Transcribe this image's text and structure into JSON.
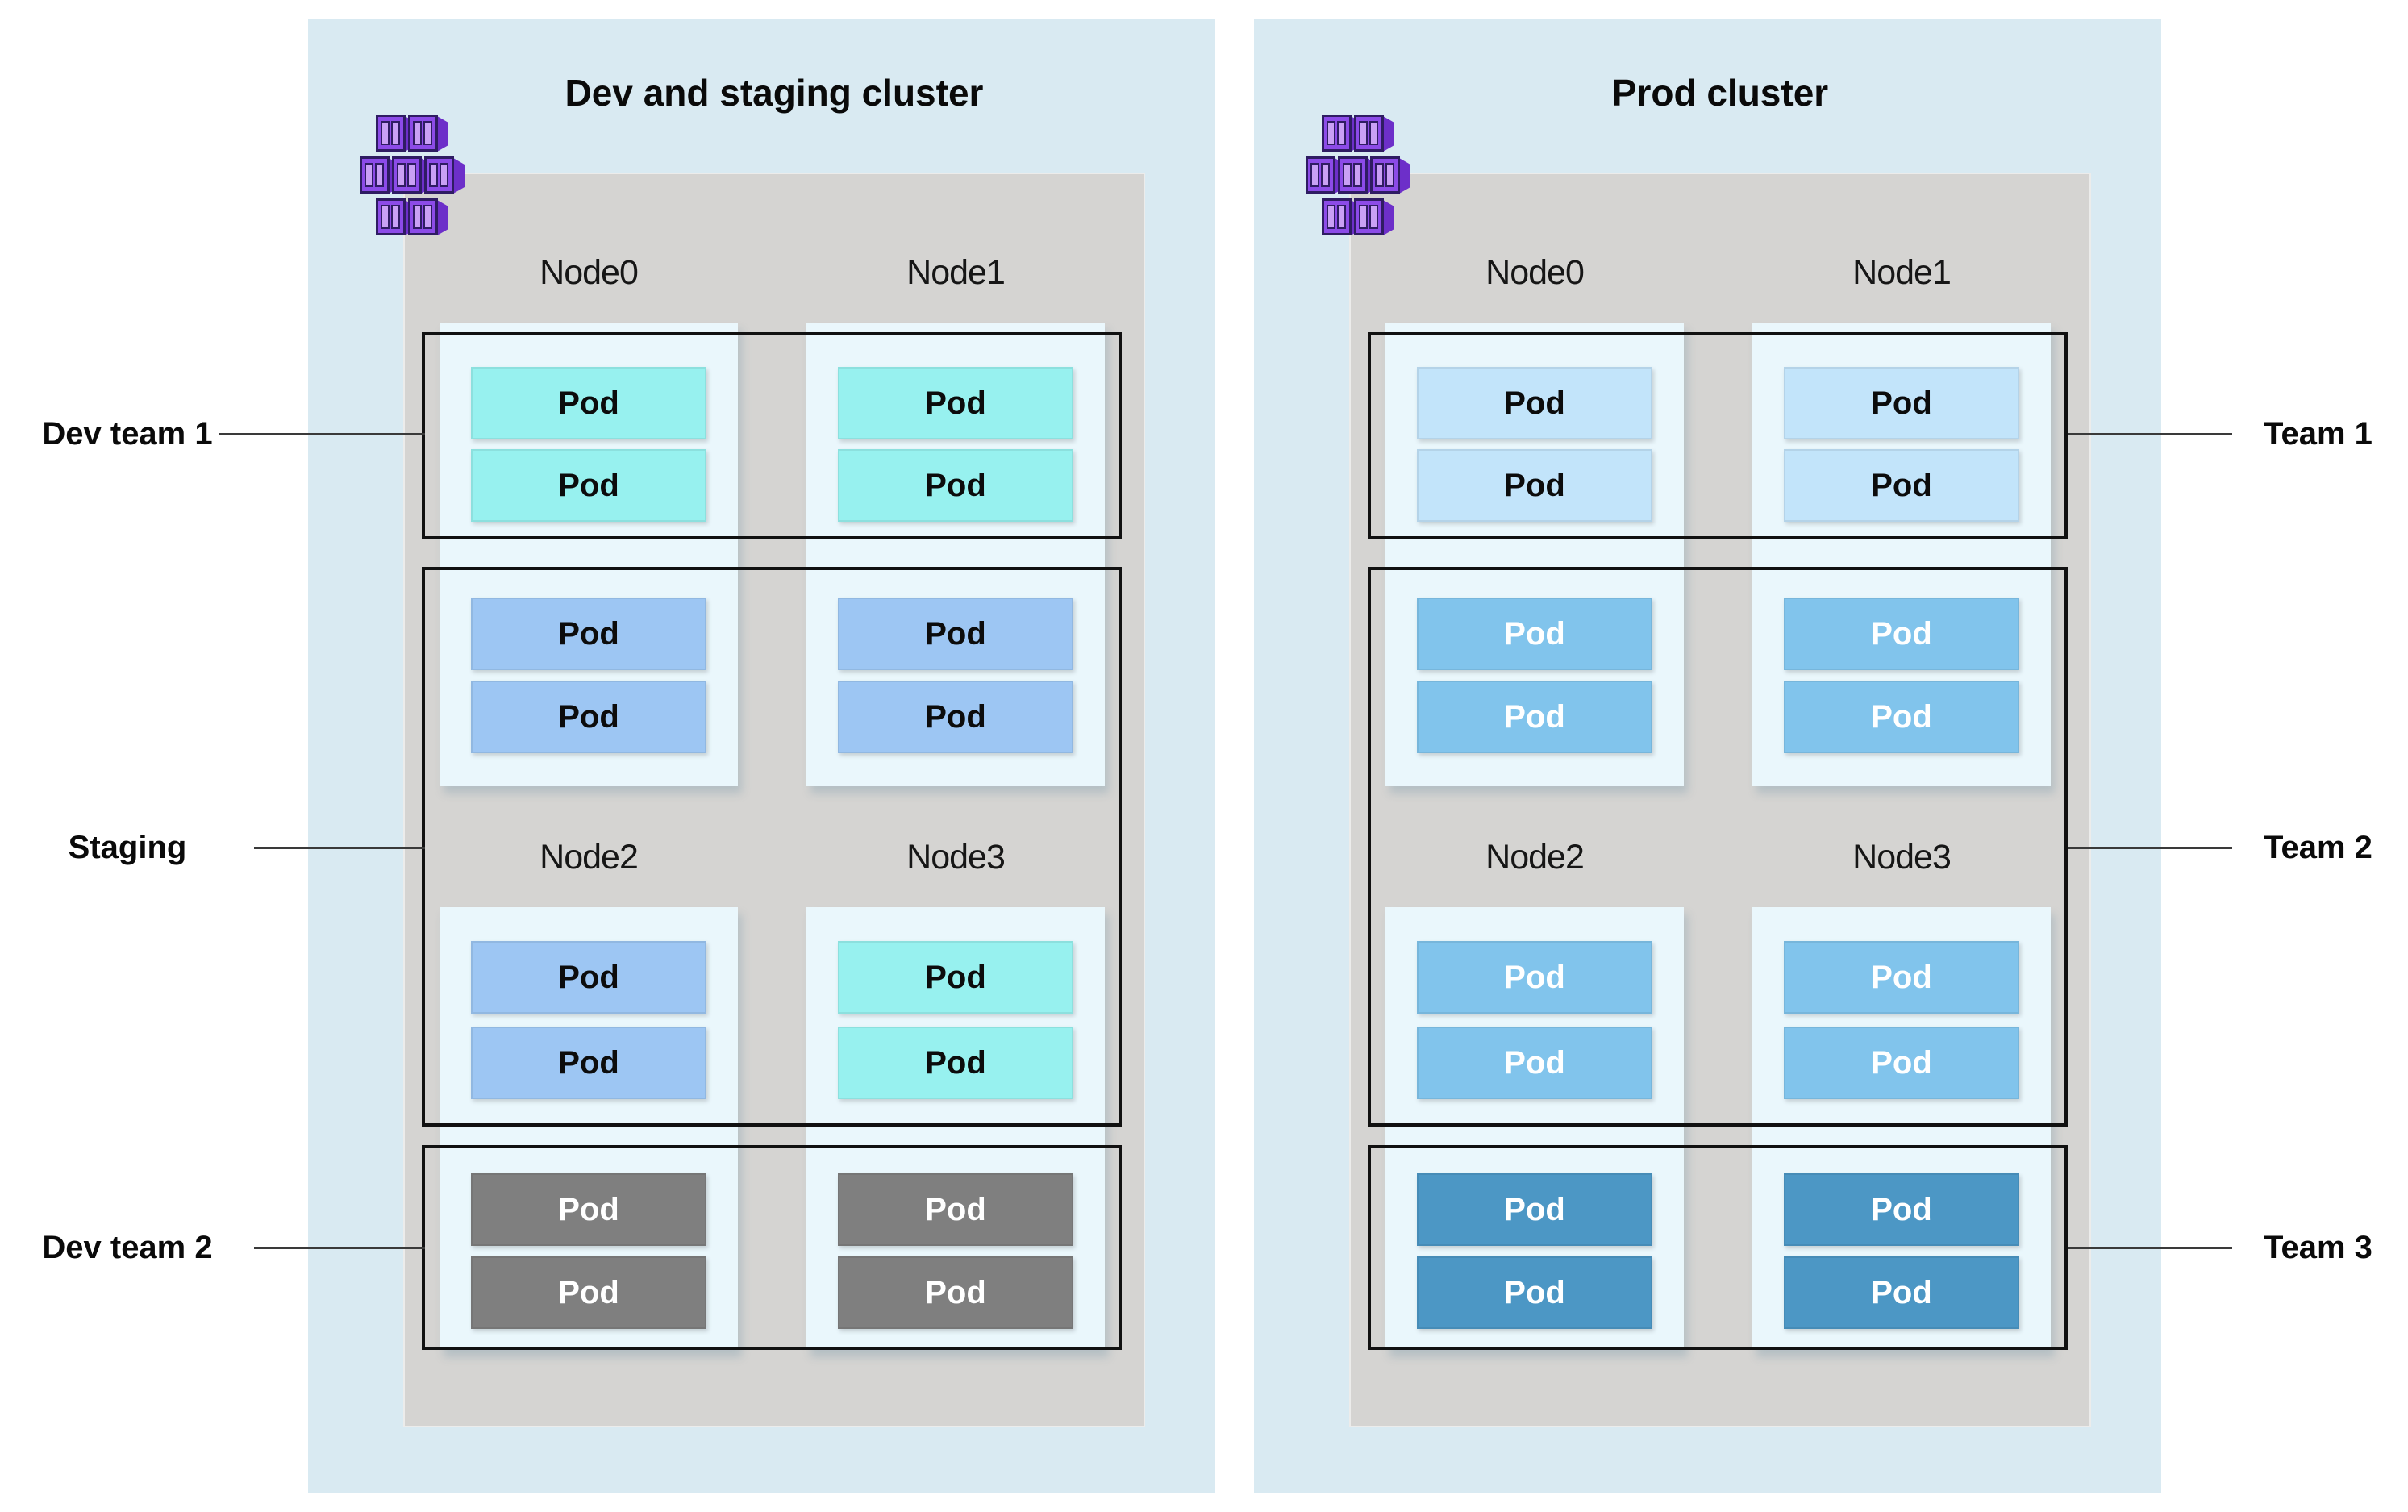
{
  "pod_label": "Pod",
  "colors": {
    "page_bg": "#ffffff",
    "cluster_bg": "#d9eaf2",
    "node_area_bg": "#d5d4d2",
    "node_column_bg": "#eaf7fc",
    "group_border": "#111111",
    "connector": "#3a3a3a",
    "pod_styles": {
      "dev-team-1": {
        "bg": "#97f1ef",
        "text": "#0c0c0c"
      },
      "staging": {
        "bg": "#9dc6f3",
        "text": "#0c0c0c"
      },
      "dev-team-2": {
        "bg": "#7f7f7f",
        "text": "#ffffff"
      },
      "team-1": {
        "bg": "#c2e4fa",
        "text": "#0c0c0c"
      },
      "team-2": {
        "bg": "#81c4ec",
        "text": "#ffffff"
      },
      "team-3": {
        "bg": "#4c97c5",
        "text": "#ffffff"
      }
    },
    "logo": {
      "front": "#8c4be8",
      "side": "#6d2fc9",
      "panel": "#c9a0f5",
      "outline": "#2f1c63"
    }
  },
  "clusters": [
    {
      "id": "dev-staging",
      "title": "Dev and staging cluster",
      "label_side": "left",
      "nodes": [
        {
          "name": "Node0",
          "pods": [
            "dev-team-1",
            "dev-team-1",
            "staging",
            "staging"
          ]
        },
        {
          "name": "Node1",
          "pods": [
            "dev-team-1",
            "dev-team-1",
            "staging",
            "staging"
          ]
        },
        {
          "name": "Node2",
          "pods": [
            "staging",
            "staging",
            "dev-team-2",
            "dev-team-2"
          ]
        },
        {
          "name": "Node3",
          "pods": [
            "dev-team-1",
            "dev-team-1",
            "dev-team-2",
            "dev-team-2"
          ]
        }
      ],
      "groups": [
        {
          "label": "Dev team 1",
          "style": "dev-team-1"
        },
        {
          "label": "Staging",
          "style": "staging"
        },
        {
          "label": "Dev team 2",
          "style": "dev-team-2"
        }
      ]
    },
    {
      "id": "prod",
      "title": "Prod cluster",
      "label_side": "right",
      "nodes": [
        {
          "name": "Node0",
          "pods": [
            "team-1",
            "team-1",
            "team-2",
            "team-2"
          ]
        },
        {
          "name": "Node1",
          "pods": [
            "team-1",
            "team-1",
            "team-2",
            "team-2"
          ]
        },
        {
          "name": "Node2",
          "pods": [
            "team-2",
            "team-2",
            "team-3",
            "team-3"
          ]
        },
        {
          "name": "Node3",
          "pods": [
            "team-2",
            "team-2",
            "team-3",
            "team-3"
          ]
        }
      ],
      "groups": [
        {
          "label": "Team 1",
          "style": "team-1"
        },
        {
          "label": "Team 2",
          "style": "team-2"
        },
        {
          "label": "Team 3",
          "style": "team-3"
        }
      ]
    }
  ]
}
